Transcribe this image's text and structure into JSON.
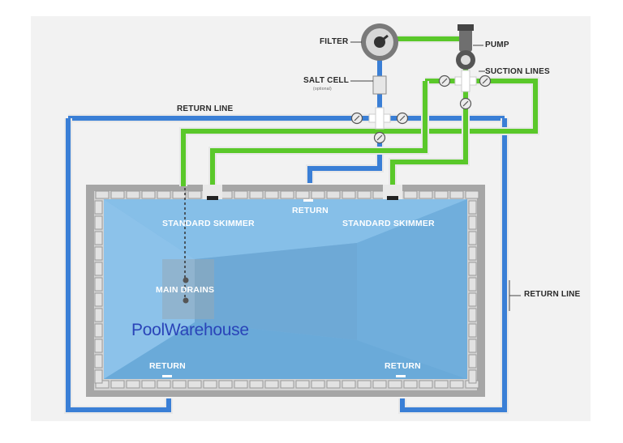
{
  "labels": {
    "filter": "FILTER",
    "pump": "PUMP",
    "salt_cell": "SALT CELL",
    "salt_cell_note": "(optional)",
    "suction_lines": "SUCTION LINES",
    "return_line_top": "RETURN LINE",
    "return_line_right": "RETURN LINE",
    "return_top": "RETURN",
    "skimmer_left": "STANDARD SKIMMER",
    "skimmer_right": "STANDARD SKIMMER",
    "main_drains": "MAIN DRAINS",
    "return_bottom_left": "RETURN",
    "return_bottom_right": "RETURN"
  },
  "logo": {
    "part1": "Pool",
    "part2": "Warehouse"
  },
  "colors": {
    "return_pipe": "#3a7fd6",
    "suction_pipe": "#5ac82a",
    "pool_water": "#74b3e0",
    "coping": "#a9a9a9"
  }
}
